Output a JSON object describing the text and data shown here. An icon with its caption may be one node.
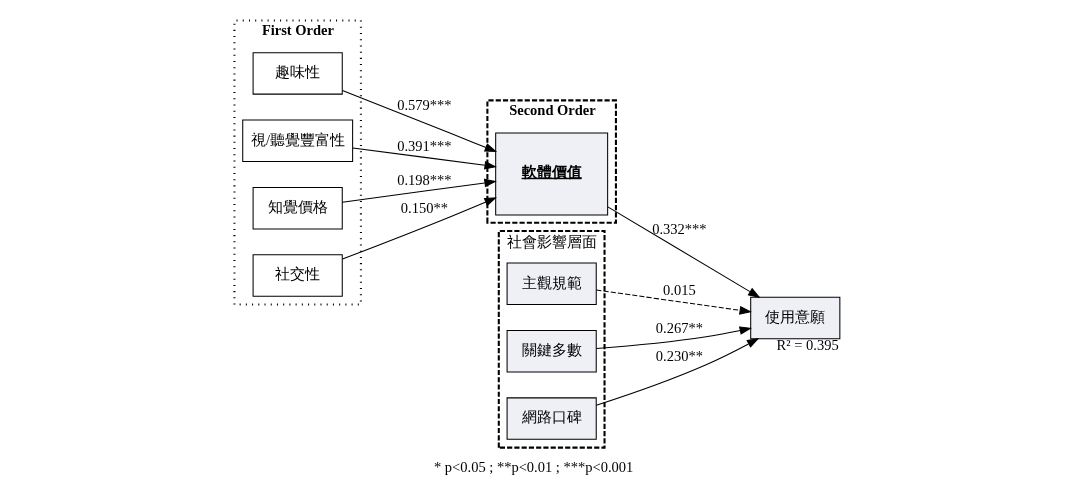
{
  "diagram": {
    "caption": "* p<0.05 ; **p<0.01 ; ***p<0.001",
    "nodes": [
      {
        "text": [
          "First Order"
        ]
      },
      {
        "text": [
          "趣味性"
        ],
        "in": 0
      },
      {
        "text": [
          "視/聽覺豐富性"
        ],
        "in": 0
      },
      {
        "text": [
          "知覺價格"
        ],
        "in": 0
      },
      {
        "text": [
          "社交性"
        ],
        "in": 0
      },
      {
        "text": [
          "Second Order"
        ]
      },
      {
        "text": [
          "軟體價值"
        ],
        "in": 5
      },
      {
        "text": [
          "社會影響層面"
        ]
      },
      {
        "text": [
          "主觀規範"
        ],
        "in": 7
      },
      {
        "text": [
          "關鍵多數"
        ],
        "in": 7
      },
      {
        "text": [
          "網路口碑"
        ],
        "in": 7
      },
      {
        "text": [
          "使用意願"
        ],
        "beside": [
          "R² = 0.395"
        ]
      }
    ],
    "edges": [
      {
        "from": 1,
        "to": 6,
        "arrow": "to",
        "label": "0.579***"
      },
      {
        "from": 2,
        "to": 6,
        "arrow": "to",
        "label": "0.391***"
      },
      {
        "from": 3,
        "to": 6,
        "arrow": "to",
        "label": "0.198***"
      },
      {
        "from": 4,
        "to": 6,
        "arrow": "to",
        "label": "0.150**"
      },
      {
        "from": 6,
        "to": 11,
        "arrow": "to",
        "label": "0.332***"
      },
      {
        "from": 8,
        "to": 11,
        "arrow": "to",
        "label": "0.015",
        "style": "dashed"
      },
      {
        "from": 9,
        "to": 11,
        "arrow": "to",
        "label": "0.267**"
      },
      {
        "from": 10,
        "to": 11,
        "arrow": "to",
        "label": "0.230**"
      }
    ]
  }
}
